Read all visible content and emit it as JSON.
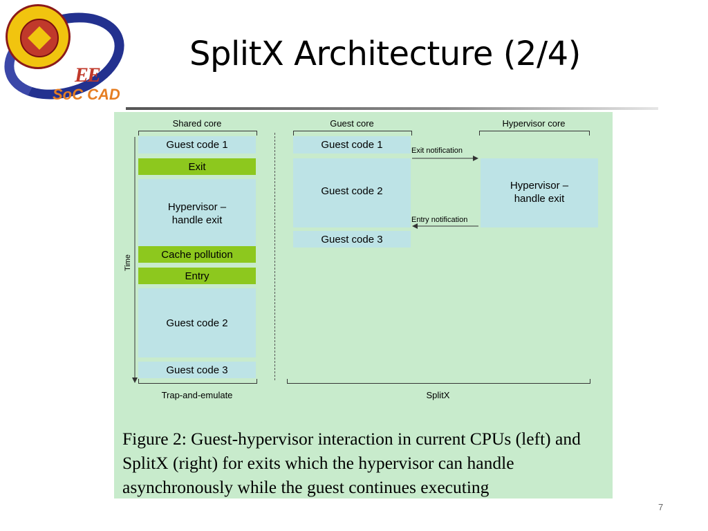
{
  "slide": {
    "title": "SplitX Architecture (2/4)",
    "page_number": "7",
    "logo_text": "SoC CAD",
    "logo_mark": "EE"
  },
  "figure": {
    "left_panel": {
      "header": "Shared core",
      "footer": "Trap-and-emulate",
      "time_label": "Time",
      "blocks": [
        "Guest code 1",
        "Exit",
        "Hypervisor –\nhandle exit",
        "Cache pollution",
        "Entry",
        "Guest code 2",
        "Guest code 3"
      ]
    },
    "guest_core": {
      "header": "Guest core",
      "blocks": [
        "Guest code 1",
        "Guest code 2",
        "Guest code 3"
      ]
    },
    "hypervisor_core": {
      "header": "Hypervisor core",
      "block": "Hypervisor –\nhandle exit"
    },
    "arrows": {
      "exit_notification": "Exit notification",
      "entry_notification": "Entry notification"
    },
    "splitx_footer": "SplitX",
    "caption": "Figure 2: Guest-hypervisor interaction in current CPUs (left) and SplitX (right) for exits which the hypervisor can handle asynchronously while the guest continues executing",
    "colors": {
      "background": "#c8ebcc",
      "code_block": "#bde3e6",
      "transition_block": "#8dc81e"
    }
  }
}
